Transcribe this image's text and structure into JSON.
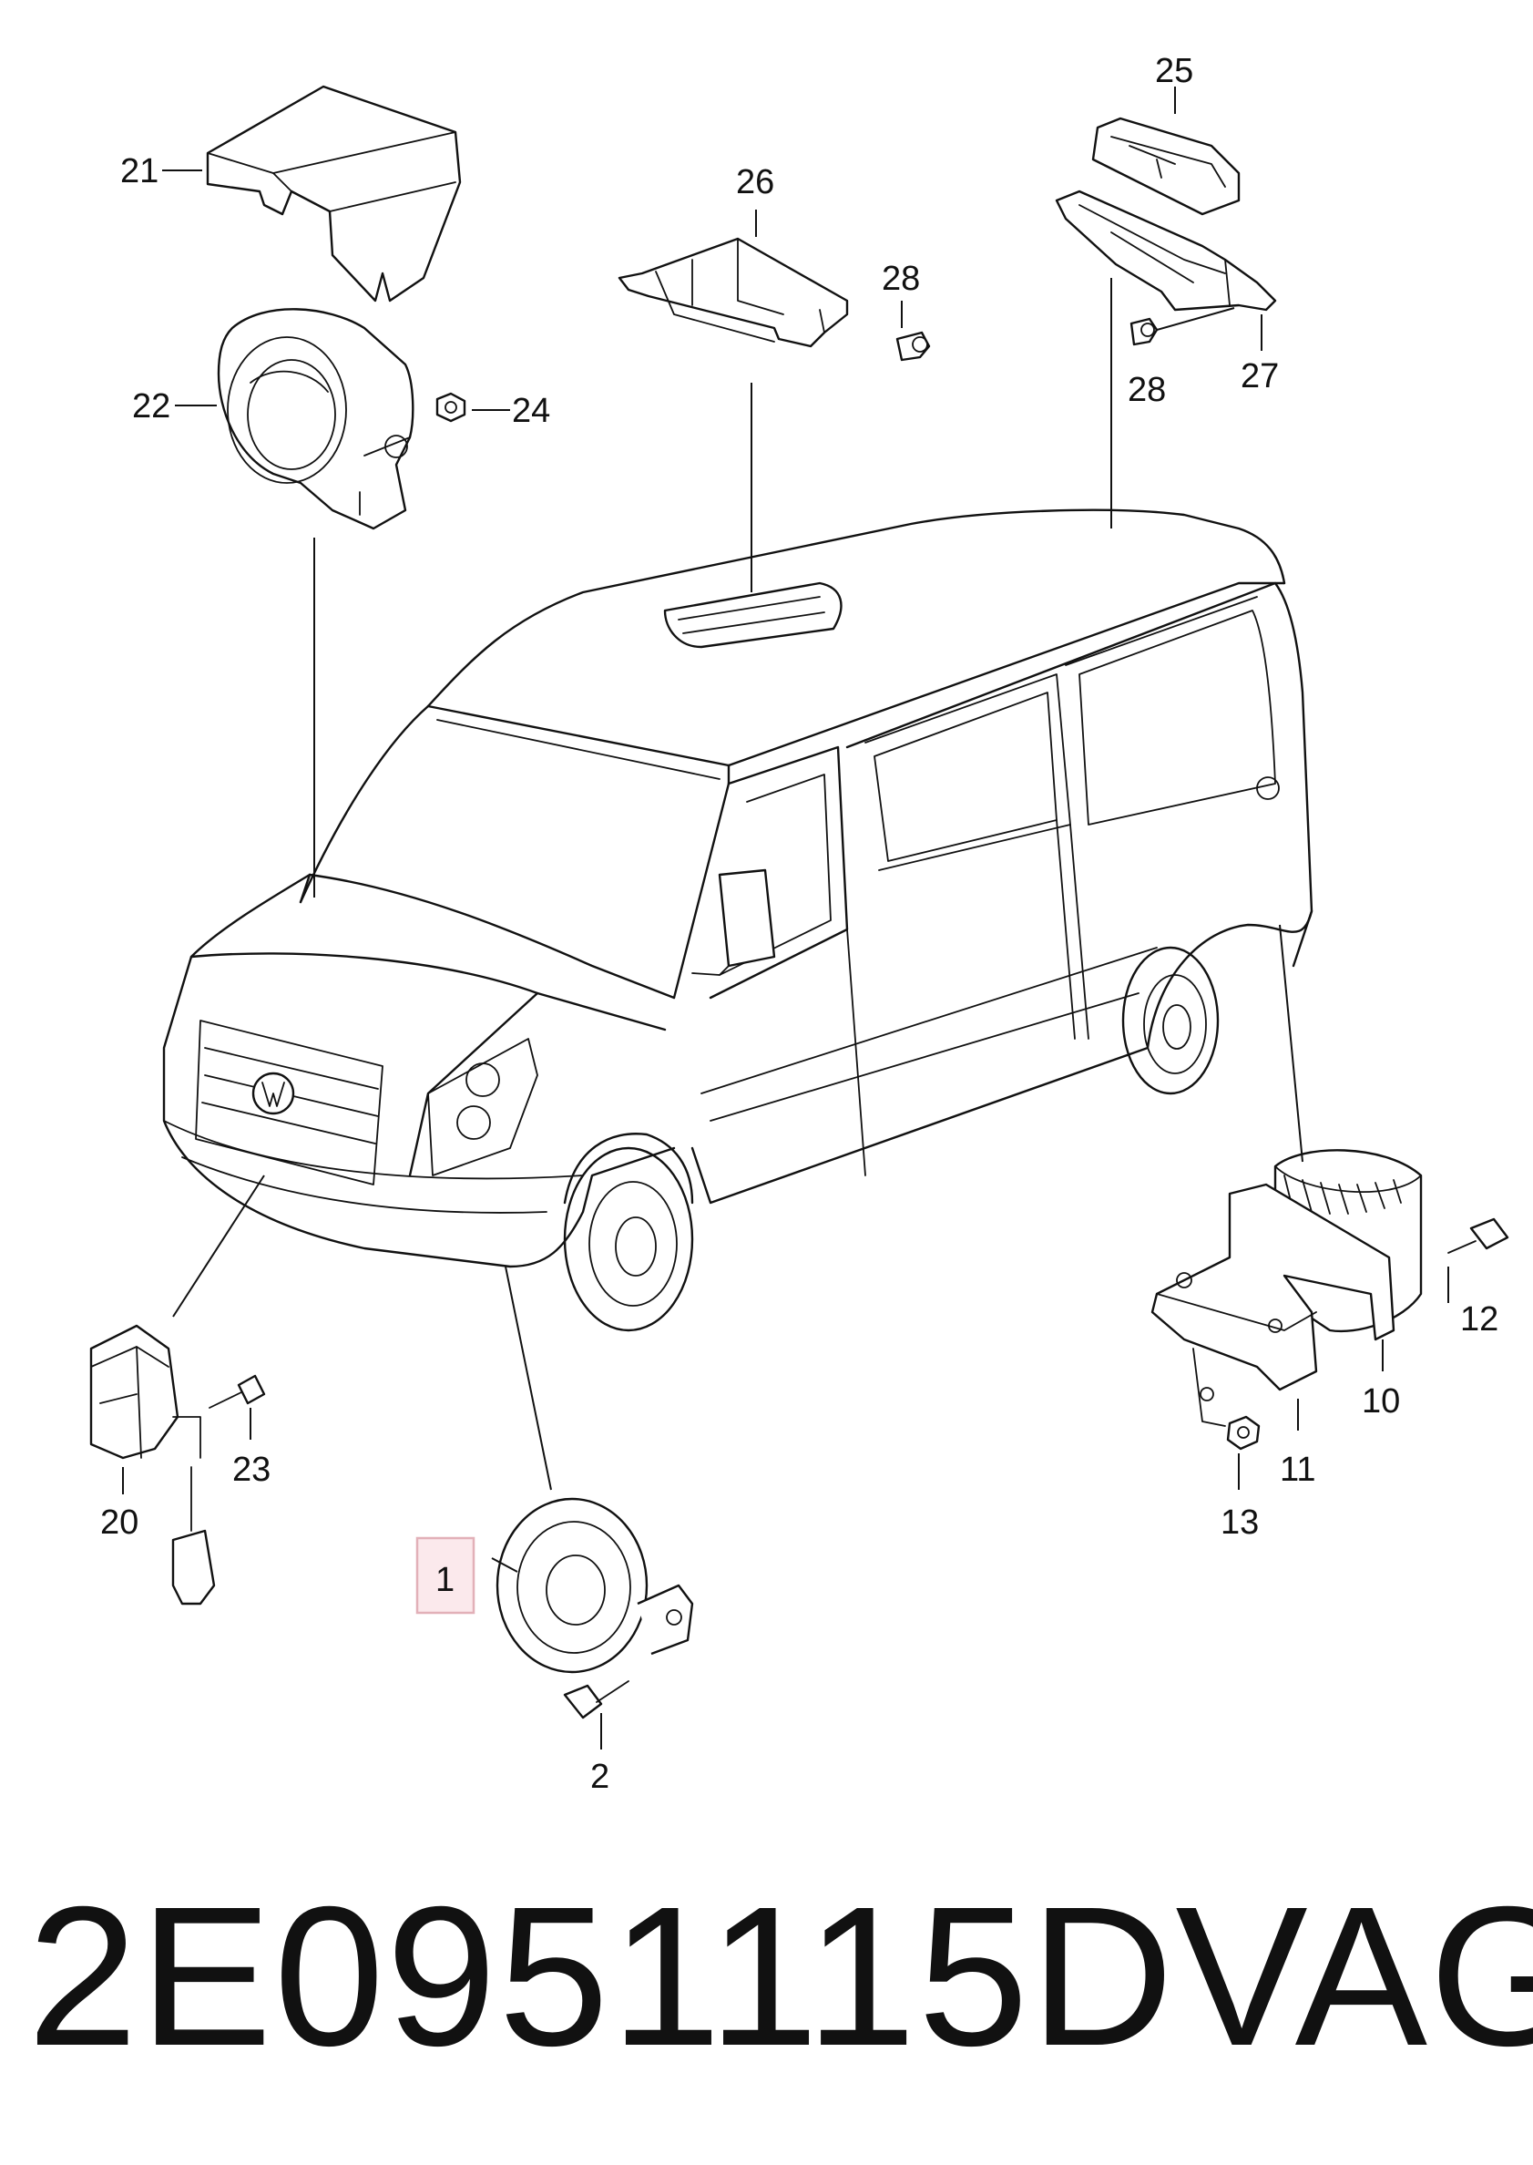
{
  "callouts": {
    "c1": "1",
    "c2": "2",
    "c10": "10",
    "c11": "11",
    "c12": "12",
    "c13": "13",
    "c20": "20",
    "c21": "21",
    "c22": "22",
    "c23": "23",
    "c24": "24",
    "c25": "25",
    "c26": "26",
    "c27": "27",
    "c28a": "28",
    "c28b": "28"
  },
  "caption": {
    "part_number": "2E0951115D",
    "brand": "VAG"
  },
  "highlight": {
    "callout": "1",
    "color": "#e2b0b8",
    "fill": "#fbe9ec"
  }
}
